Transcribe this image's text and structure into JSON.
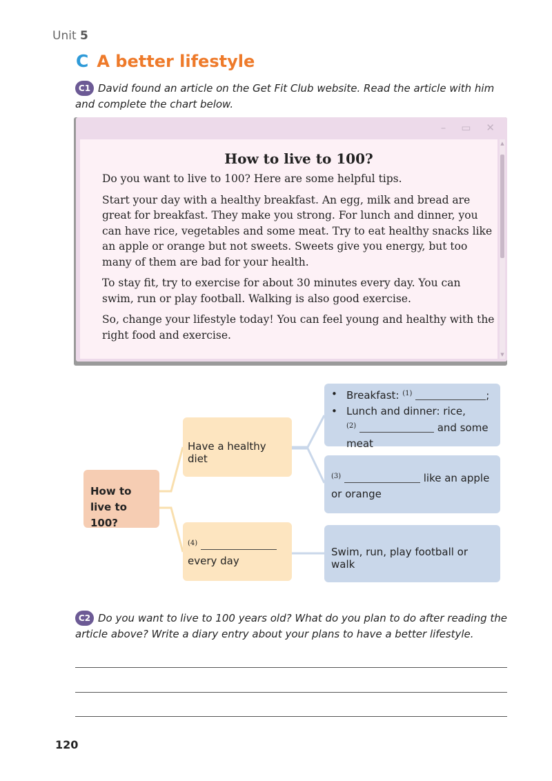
{
  "header": {
    "unit_label": "Unit",
    "unit_number": "5"
  },
  "section": {
    "letter": "C",
    "title": "A better lifestyle"
  },
  "task1": {
    "badge": "C1",
    "text": "David found an article on the Get Fit Club website. Read the article with him and complete the chart below."
  },
  "window": {
    "controls": [
      "–",
      "▭",
      "✕"
    ]
  },
  "article": {
    "title": "How to live to 100?",
    "paragraphs": [
      "Do you want to live to 100? Here are some helpful tips.",
      "Start your day with a healthy breakfast. An egg, milk and bread are great for breakfast. They make you strong. For lunch and dinner, you can have rice, vegetables and some meat. Try to eat healthy snacks like an apple or orange but not sweets. Sweets give you energy, but too many of them are bad for your health.",
      "To stay fit, try to exercise for about 30 minutes every day. You can swim, run or play football. Walking is also good exercise.",
      "So, change your lifestyle today! You can feel young and healthy with the right food and exercise."
    ]
  },
  "diagram": {
    "root": "How to live to 100?",
    "diet": "Have a healthy diet",
    "exercise_num": "(4)",
    "exercise_text": "every day",
    "leaf1": {
      "breakfast_label": "Breakfast:",
      "num1": "(1)",
      "semicolon": ";",
      "lunch_label": "Lunch and dinner: rice,",
      "num2": "(2)",
      "after2": "and some",
      "meat": "meat"
    },
    "leaf2": {
      "num3": "(3)",
      "text1": "like an apple",
      "text2": "or orange"
    },
    "leaf3": "Swim, run, play football or walk"
  },
  "task2": {
    "badge": "C2",
    "text": "Do you want to live to 100 years old? What do you plan to do after reading the article above? Write a diary entry about your plans to have a better lifestyle."
  },
  "page_number": "120",
  "colors": {
    "section_letter": "#2e9ad8",
    "section_title": "#ee7a2a",
    "badge": "#6c5a95",
    "window_bg": "#fdf1f6",
    "root_box": "#f6cdb3",
    "mid_box": "#fde5c0",
    "leaf_box": "#c9d7ea"
  }
}
